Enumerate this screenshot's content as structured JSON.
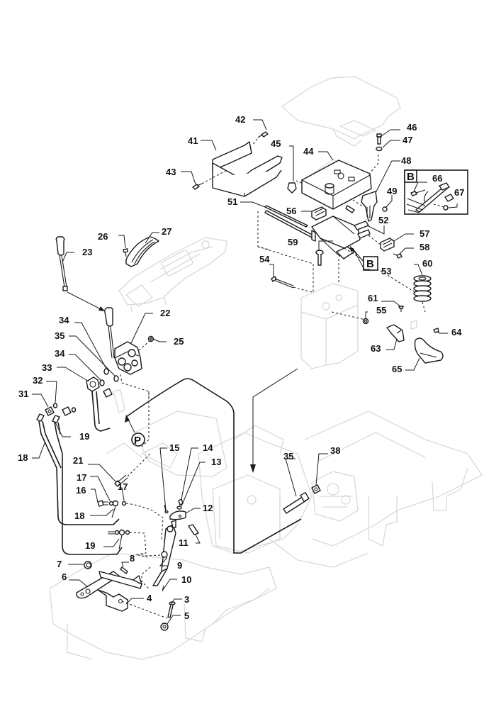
{
  "diagram": {
    "type": "exploded-parts-diagram",
    "subject": "seat / hydraulic lift control assembly",
    "colors": {
      "ink": "#1a1a1a",
      "ghost": "#d6d6d6",
      "background": "#ffffff"
    },
    "callouts": [
      {
        "id": "c3",
        "label": "3"
      },
      {
        "id": "c4",
        "label": "4"
      },
      {
        "id": "c5",
        "label": "5"
      },
      {
        "id": "c6",
        "label": "6"
      },
      {
        "id": "c7",
        "label": "7"
      },
      {
        "id": "c8",
        "label": "8"
      },
      {
        "id": "c9",
        "label": "9"
      },
      {
        "id": "c10",
        "label": "10"
      },
      {
        "id": "c11",
        "label": "11"
      },
      {
        "id": "c12",
        "label": "12"
      },
      {
        "id": "c13",
        "label": "13"
      },
      {
        "id": "c14",
        "label": "14"
      },
      {
        "id": "c15",
        "label": "15"
      },
      {
        "id": "c16",
        "label": "16"
      },
      {
        "id": "c17a",
        "label": "17"
      },
      {
        "id": "c17b",
        "label": "17"
      },
      {
        "id": "c18a",
        "label": "18"
      },
      {
        "id": "c18b",
        "label": "18"
      },
      {
        "id": "c19a",
        "label": "19"
      },
      {
        "id": "c19b",
        "label": "19"
      },
      {
        "id": "c21",
        "label": "21"
      },
      {
        "id": "c22",
        "label": "22"
      },
      {
        "id": "c23",
        "label": "23"
      },
      {
        "id": "c25",
        "label": "25"
      },
      {
        "id": "c26",
        "label": "26"
      },
      {
        "id": "c27",
        "label": "27"
      },
      {
        "id": "c31",
        "label": "31"
      },
      {
        "id": "c32",
        "label": "32"
      },
      {
        "id": "c33",
        "label": "33"
      },
      {
        "id": "c34a",
        "label": "34"
      },
      {
        "id": "c34b",
        "label": "34"
      },
      {
        "id": "c35a",
        "label": "35"
      },
      {
        "id": "c35b",
        "label": "35"
      },
      {
        "id": "c38",
        "label": "38"
      },
      {
        "id": "c41",
        "label": "41"
      },
      {
        "id": "c42",
        "label": "42"
      },
      {
        "id": "c43",
        "label": "43"
      },
      {
        "id": "c44",
        "label": "44"
      },
      {
        "id": "c45",
        "label": "45"
      },
      {
        "id": "c46",
        "label": "46"
      },
      {
        "id": "c47",
        "label": "47"
      },
      {
        "id": "c48",
        "label": "48"
      },
      {
        "id": "c49",
        "label": "49"
      },
      {
        "id": "c51",
        "label": "51"
      },
      {
        "id": "c52",
        "label": "52"
      },
      {
        "id": "c53",
        "label": "53"
      },
      {
        "id": "c54",
        "label": "54"
      },
      {
        "id": "c55",
        "label": "55"
      },
      {
        "id": "c56",
        "label": "56"
      },
      {
        "id": "c57",
        "label": "57"
      },
      {
        "id": "c58",
        "label": "58"
      },
      {
        "id": "c59",
        "label": "59"
      },
      {
        "id": "c60",
        "label": "60"
      },
      {
        "id": "c61",
        "label": "61"
      },
      {
        "id": "c63",
        "label": "63"
      },
      {
        "id": "c64",
        "label": "64"
      },
      {
        "id": "c65",
        "label": "65"
      },
      {
        "id": "c66",
        "label": "66"
      },
      {
        "id": "c67",
        "label": "67"
      }
    ],
    "references": {
      "detail_b_marker": "B",
      "detail_b_inset_title": "B",
      "pressure_port_marker": "P"
    }
  }
}
